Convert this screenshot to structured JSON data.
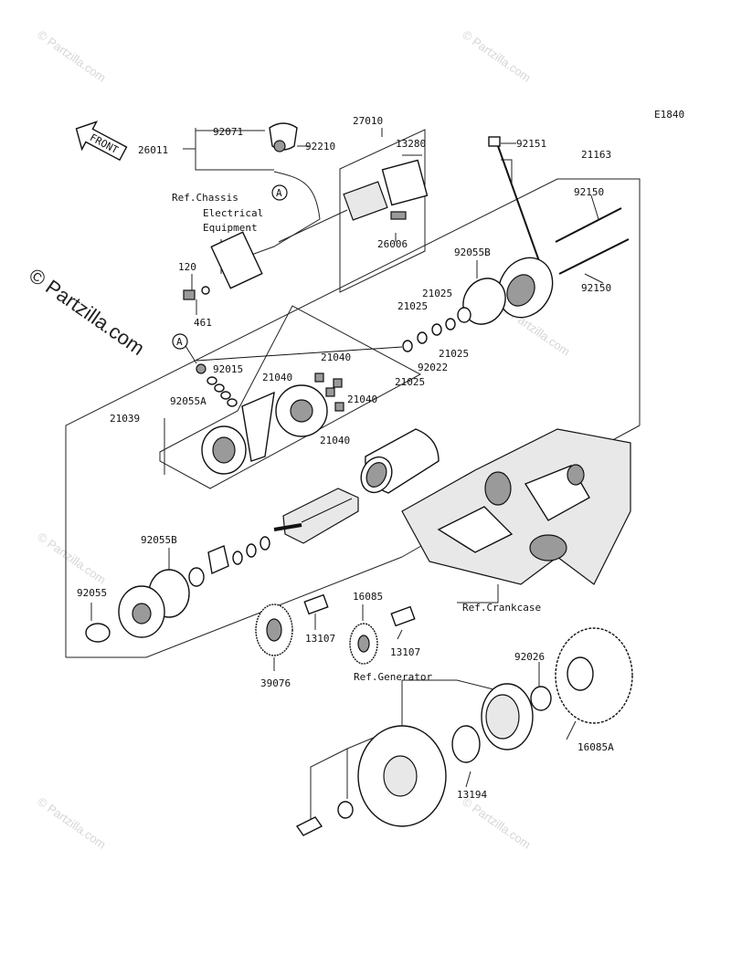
{
  "diagram_code": "E1840",
  "front_label": "FRONT",
  "side_watermark": "© Partzilla.com",
  "watermark_text": "© Partzilla.com",
  "callout_letter": "A",
  "labels": {
    "p92071": "92071",
    "p26011": "26011",
    "p92210": "92210",
    "p27010": "27010",
    "p13280": "13280",
    "p26006": "26006",
    "p92151": "92151",
    "p21163": "21163",
    "p92150a": "92150",
    "p92150b": "92150",
    "p92055B_top": "92055B",
    "p120": "120",
    "p461": "461",
    "p21025a": "21025",
    "p21025b": "21025",
    "p21025c": "21025",
    "p21025d": "21025",
    "p92022": "92022",
    "p92015": "92015",
    "p21040a": "21040",
    "p21040b": "21040",
    "p21040c": "21040",
    "p21040d": "21040",
    "p92055A": "92055A",
    "p21039": "21039",
    "p92055B_low": "92055B",
    "p92055": "92055",
    "p16085": "16085",
    "p13107a": "13107",
    "p13107b": "13107",
    "p39076": "39076",
    "p92026": "92026",
    "p16085A": "16085A",
    "p13194": "13194"
  },
  "refs": {
    "chassis_1": "Ref.Chassis",
    "chassis_2": "Electrical",
    "chassis_3": "Equipment",
    "crankcase": "Ref.Crankcase",
    "generator": "Ref.Generator"
  }
}
